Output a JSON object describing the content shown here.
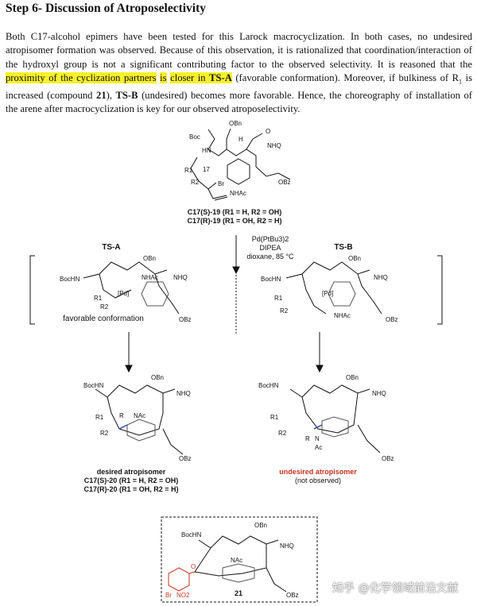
{
  "title": "Step 6- Discussion of Atroposelectivity",
  "paragraph": {
    "p1": "Both C17-alcohol epimers have been tested for this Larock macrocyclization. In both cases, no undesired atropisomer formation was observed. Because of this observation, it is rationalized that coordination/interaction of the hydroxyl group is not a significant contributing factor to the observed selectivity. It is reasoned that the ",
    "h1": "proximity of the cyclization partners",
    "h2": "is",
    "h3": "closer in ",
    "h3b": "TS-A",
    "p2": " (favorable conformation). Moreover, if bulkiness of R",
    "sub1": "1",
    "p3": " is increased (compound ",
    "c21": "21",
    "p4": "), ",
    "tsb": "TS-B",
    "p5": " (undesired) becomes more favorable. Hence, the choreography of installation of the arene after macrocyclization is key for our observed atroposelectivity."
  },
  "highlight_color": "#f6f02a",
  "accent_red": "#c8321e",
  "start": {
    "atoms": {
      "obn": "OBn",
      "boc": "Boc",
      "hn": "HN",
      "h": "H",
      "o": "O",
      "nhq": "NHQ",
      "r1": "R1",
      "r2": "R2",
      "c17": "17",
      "br": "Br",
      "nhac": "NHAc",
      "obz": "OBz"
    },
    "label1": "C17(S)-19 (R1 = H, R2 = OH)",
    "label2": "C17(R)-19 (R1 = OH, R2 = H)"
  },
  "conditions": {
    "l1": "Pd(PtBu3)2",
    "l2": "DIPEA",
    "l3": "dioxane, 85 °C"
  },
  "ts_a": {
    "title": "TS-A",
    "caption": "favorable conformation",
    "atoms": {
      "bochn": "BocHN",
      "obn": "OBn",
      "nhq": "NHQ",
      "nhac": "NHAc",
      "pd": "[Pd]",
      "r1": "R1",
      "r2": "R2",
      "obz": "OBz"
    }
  },
  "ts_b": {
    "title": "TS-B",
    "atoms": {
      "bochn": "BocHN",
      "obn": "OBn",
      "nhq": "NHQ",
      "nhac": "NHAc",
      "pd": "[Pd]",
      "r1": "R1",
      "r2": "R2",
      "obz": "OBz"
    }
  },
  "prod_a": {
    "atoms": {
      "bochn": "BocHN",
      "obn": "OBn",
      "nhq": "NHQ",
      "nac": "NAc",
      "r": "R",
      "r1": "R1",
      "r2": "R2",
      "obz": "OBz"
    },
    "name": "desired atropisomer",
    "label1": "C17(S)-20 (R1 = H, R2 = OH)",
    "label2": "C17(R)-20 (R1 = OH, R2 = H)"
  },
  "prod_b": {
    "atoms": {
      "bochn": "BocHN",
      "obn": "OBn",
      "nhq": "NHQ",
      "n": "N",
      "ac": "Ac",
      "r": "R",
      "r1": "R1",
      "r2": "R2",
      "obz": "OBz"
    },
    "name": "undesired atropisomer",
    "note": "(not observed)"
  },
  "compound21": {
    "atoms": {
      "bochn": "BocHN",
      "obn": "OBn",
      "nhq": "NHQ",
      "nac": "NAc",
      "o": "O",
      "br": "Br",
      "no2": "NO2",
      "obz": "OBz"
    },
    "label": "21"
  },
  "watermark": "知乎 @化学领域前沿文献"
}
